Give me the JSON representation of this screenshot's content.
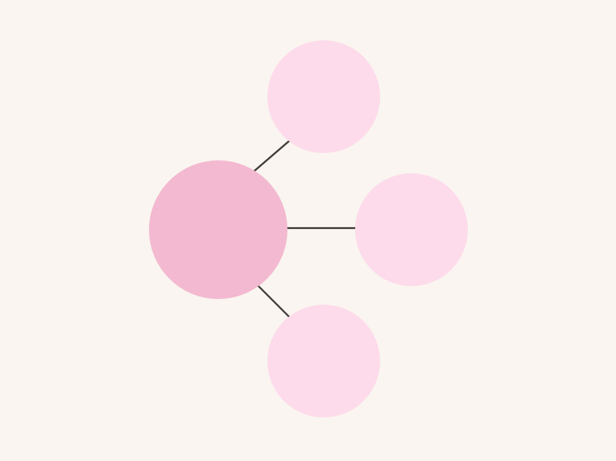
{
  "diagram": {
    "type": "hub-and-spoke",
    "hub": {
      "label": "",
      "color": "#f3b9d0"
    },
    "nodes": [
      {
        "id": "top",
        "label": "",
        "color": "#fddbeb"
      },
      {
        "id": "right",
        "label": "",
        "color": "#fddbeb"
      },
      {
        "id": "bottom",
        "label": "",
        "color": "#fddbeb"
      }
    ],
    "connector_color": "#3f3a39",
    "background": "#faf5f0"
  }
}
